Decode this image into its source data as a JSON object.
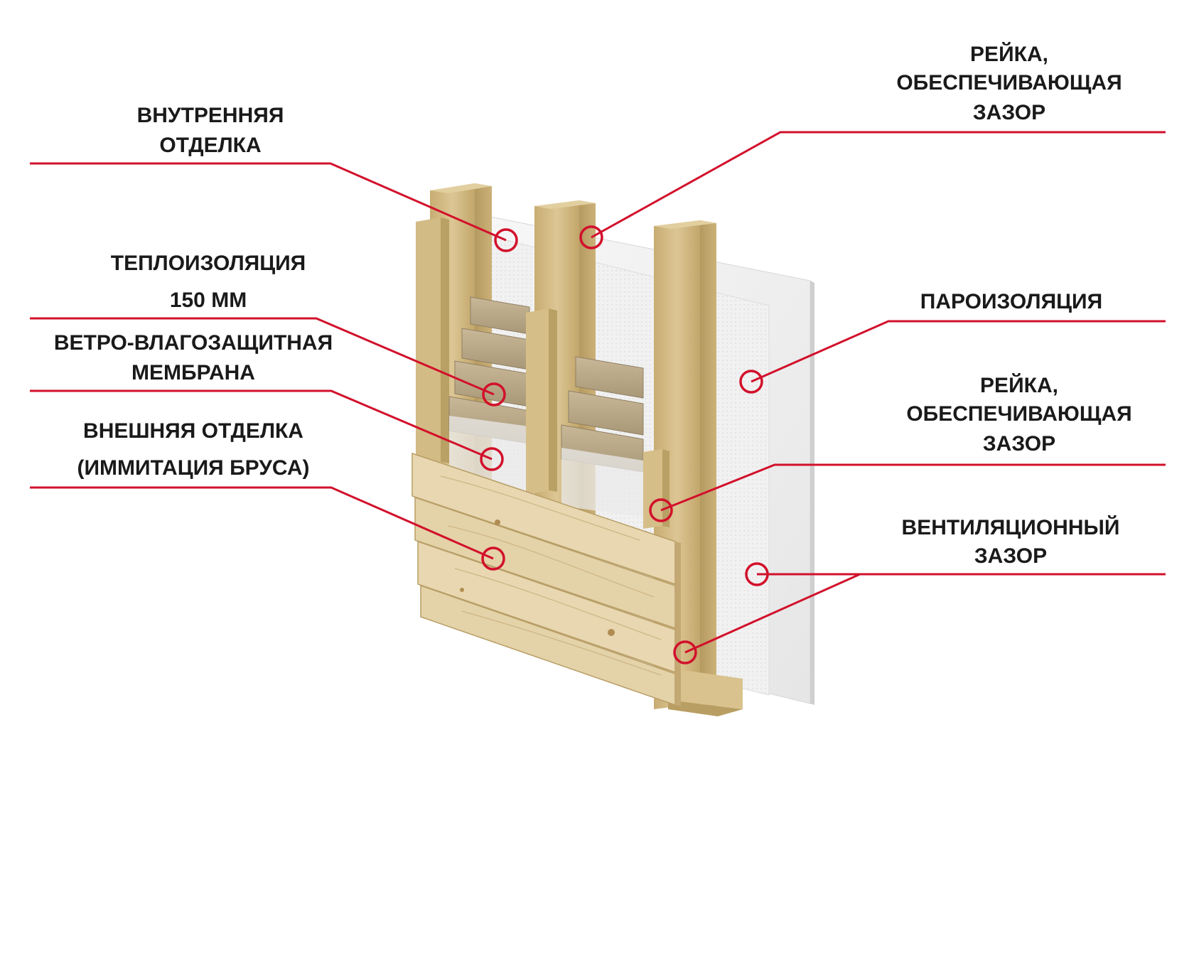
{
  "colors": {
    "accent": "#d2102b",
    "wood_light": "#d8c28f",
    "wood_mid": "#c9ae72",
    "wood_dark": "#a88c52",
    "board": "#e6d4ac",
    "board_grain": "#c8ad78",
    "insulation": "#b9a98a",
    "membrane": "#efefef",
    "vapor": "#f4f4f4"
  },
  "labels": {
    "inner_finish": [
      "ВНУТРЕННЯЯ",
      "ОТДЕЛКА"
    ],
    "insulation": [
      "ТЕПЛОИЗОЛЯЦИЯ",
      "150 ММ"
    ],
    "wind_membrane": [
      "ВЕТРО-ВЛАГОЗАЩИТНАЯ",
      "МЕМБРАНА"
    ],
    "outer_finish": [
      "ВНЕШНЯЯ ОТДЕЛКА",
      "(ИММИТАЦИЯ БРУСА)"
    ],
    "batten_top": [
      "РЕЙКА,",
      "ОБЕСПЕЧИВАЮЩАЯ",
      "ЗАЗОР"
    ],
    "vapor_barrier": [
      "ПАРОИЗОЛЯЦИЯ"
    ],
    "batten_mid": [
      "РЕЙКА,",
      "ОБЕСПЕЧИВАЮЩАЯ",
      "ЗАЗОР"
    ],
    "vent_gap": [
      "ВЕНТИЛЯЦИОННЫЙ",
      "ЗАЗОР"
    ]
  }
}
